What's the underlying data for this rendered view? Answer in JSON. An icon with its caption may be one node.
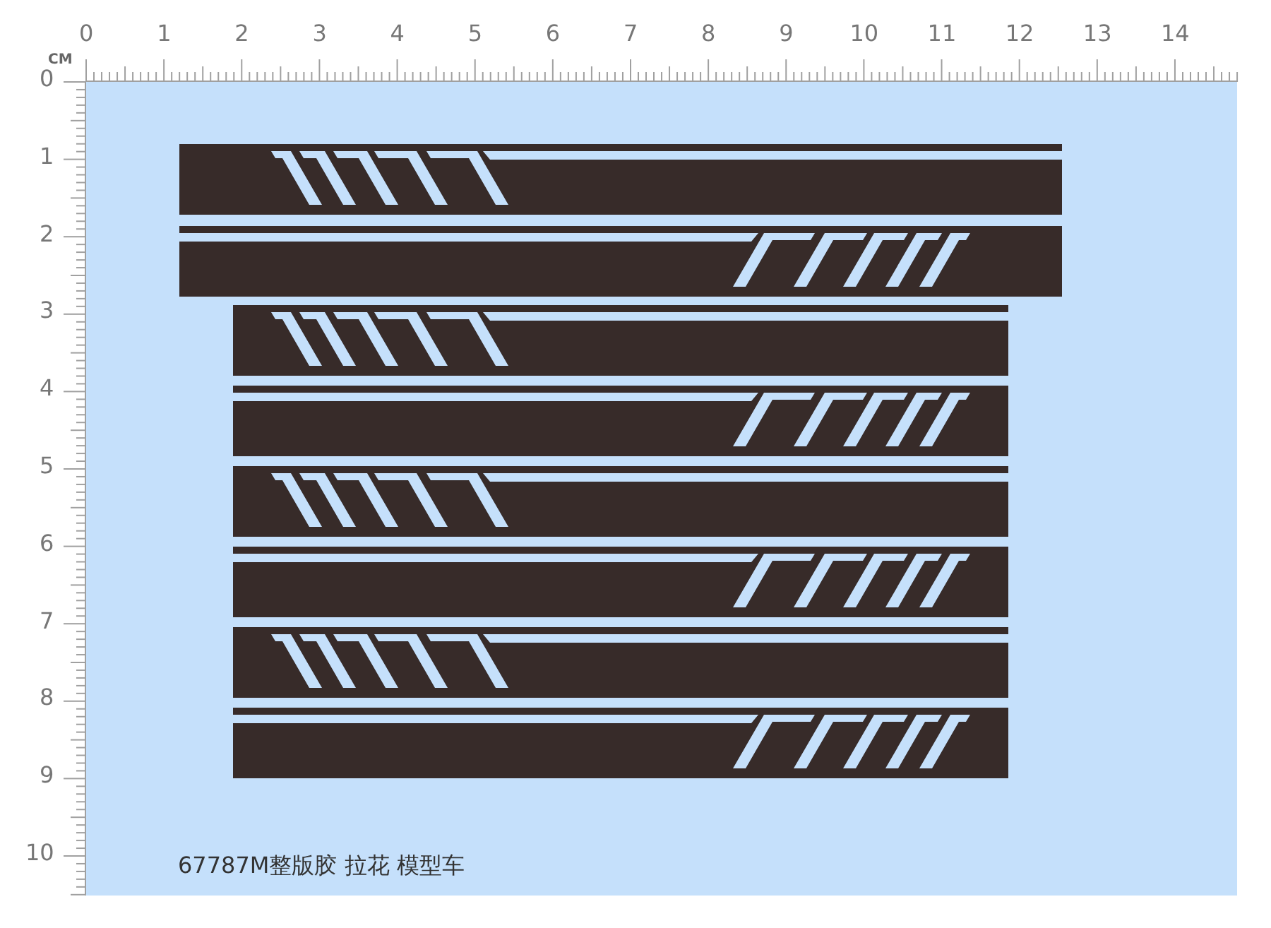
{
  "diagram": {
    "caption": "67787M整版胶 拉花 模型车",
    "labels": [
      "0",
      "1",
      "2",
      "3",
      "4",
      "5",
      "6",
      "7",
      "8",
      "9",
      "10",
      "11",
      "12",
      "13",
      "14",
      "CM",
      "0",
      "1",
      "2",
      "3",
      "4",
      "5",
      "6",
      "7",
      "8",
      "9",
      "10"
    ]
  }
}
